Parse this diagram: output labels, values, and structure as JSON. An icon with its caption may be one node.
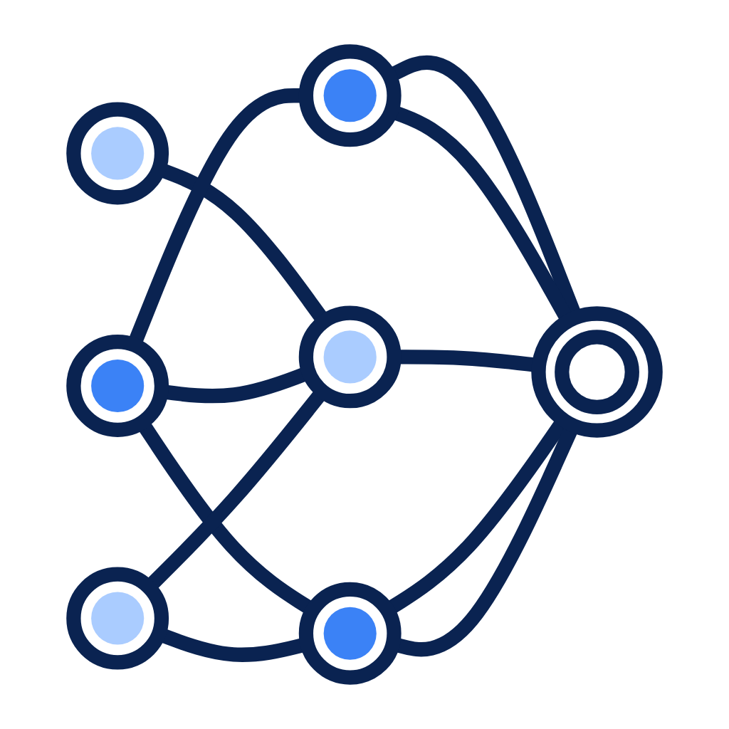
{
  "diagram": {
    "nodes": [
      {
        "text": [],
        "shape": "circle"
      },
      {
        "text": [],
        "shape": "circle"
      },
      {
        "text": [],
        "shape": "circle"
      },
      {
        "text": [],
        "shape": "circle"
      },
      {
        "text": [],
        "shape": "ring"
      },
      {
        "text": [],
        "shape": "circle"
      },
      {
        "text": [],
        "shape": "circle"
      }
    ],
    "edges": [
      {
        "from": 0,
        "to": 3,
        "arrow": "none"
      },
      {
        "from": 2,
        "to": 1,
        "arrow": "none"
      },
      {
        "from": 1,
        "to": 4,
        "arrow": "none"
      },
      {
        "from": 1,
        "to": 4,
        "arrow": "none"
      },
      {
        "from": 2,
        "to": 3,
        "arrow": "none"
      },
      {
        "from": 2,
        "to": 6,
        "arrow": "none"
      },
      {
        "from": 3,
        "to": 4,
        "arrow": "none"
      },
      {
        "from": 5,
        "to": 3,
        "arrow": "none"
      },
      {
        "from": 5,
        "to": 6,
        "arrow": "none"
      },
      {
        "from": 6,
        "to": 4,
        "arrow": "none"
      },
      {
        "from": 6,
        "to": 4,
        "arrow": "none"
      }
    ]
  }
}
